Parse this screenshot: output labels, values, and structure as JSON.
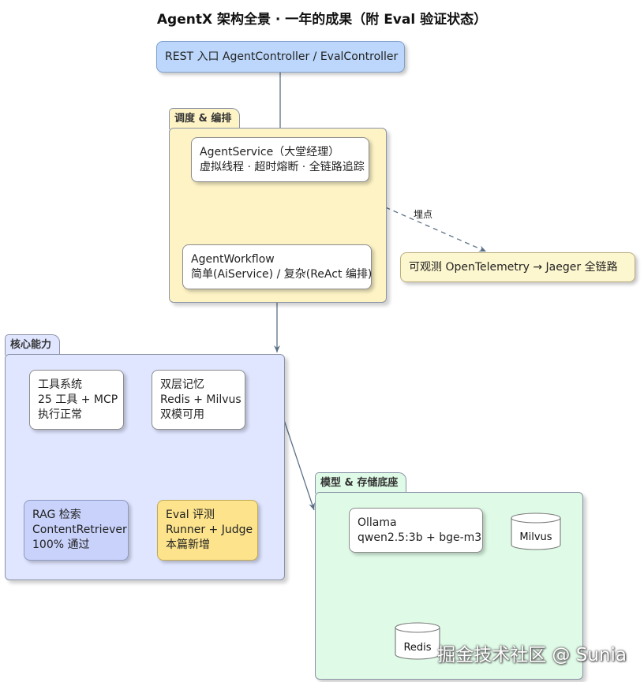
{
  "title": "AgentX 架构全景 · 一年的成果（附 Eval 验证状态）",
  "colors": {
    "rest_fill": "#bcd7fb",
    "dispatch_fill": "#fdf3c5",
    "core_fill": "#e0e6ff",
    "storage_fill": "#dffbe7",
    "rag_fill": "#c8d2fb",
    "eval_fill": "#fde48c",
    "observe_fill": "#fdf7cf",
    "edge": "#5a6f86"
  },
  "rest": {
    "line1": "REST 入口   AgentController / EvalController"
  },
  "dispatch": {
    "label": "调度 & 编排",
    "agent_service": {
      "line1": "AgentService（大堂经理）",
      "line2": "虚拟线程 · 超时熔断 · 全链路追踪"
    },
    "agent_workflow": {
      "line1": "AgentWorkflow",
      "line2": "简单(AiService) / 复杂(ReAct 编排)"
    }
  },
  "observe": {
    "line1": "可观测   OpenTelemetry → Jaeger   全链路",
    "edge_label": "埋点"
  },
  "core": {
    "label": "核心能力",
    "tools": [
      "工具系统",
      "25 工具 + MCP",
      "执行正常"
    ],
    "memory": [
      "双层记忆",
      "Redis + Milvus",
      "双模可用"
    ],
    "rag": [
      "RAG 检索",
      "ContentRetriever",
      "100% 通过"
    ],
    "eval": [
      "Eval 评测",
      "Runner + Judge",
      "本篇新增"
    ]
  },
  "storage": {
    "label": "模型 & 存储底座",
    "ollama": [
      "Ollama",
      "qwen2.5:3b  + bge-m3"
    ],
    "milvus": "Milvus",
    "redis": "Redis"
  },
  "watermark": "掘金技术社区 @ Sunia"
}
